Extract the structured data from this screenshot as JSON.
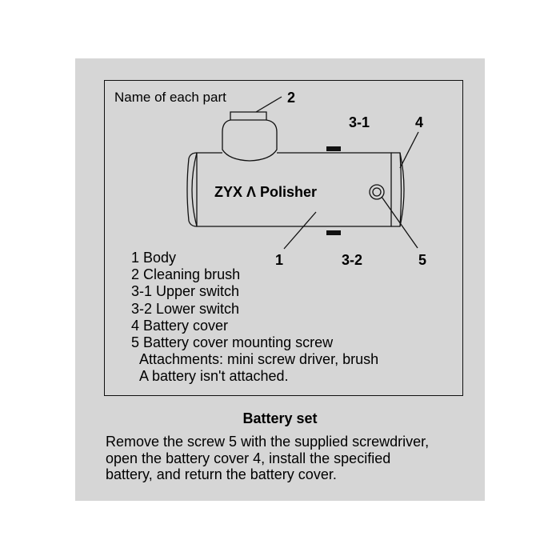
{
  "diagram": {
    "heading": "Name of each part",
    "product_label": "ZYX Λ Polisher",
    "callouts": {
      "c2": "2",
      "c31": "3-1",
      "c4": "4",
      "c1": "1",
      "c32": "3-2",
      "c5": "5"
    },
    "colors": {
      "panel": "#d6d6d6",
      "line": "#111111"
    }
  },
  "parts_list": [
    "1 Body",
    "2 Cleaning brush",
    "3-1 Upper switch",
    "3-2 Lower switch",
    "4 Battery cover",
    "5 Battery cover mounting screw"
  ],
  "notes": [
    "Attachments: mini screw driver, brush",
    "A battery isn't attached."
  ],
  "battery_section": {
    "title": "Battery set",
    "lines": [
      "Remove the screw 5 with the supplied screwdriver,",
      "open the battery cover 4, install the specified",
      "battery, and return the battery cover."
    ]
  }
}
